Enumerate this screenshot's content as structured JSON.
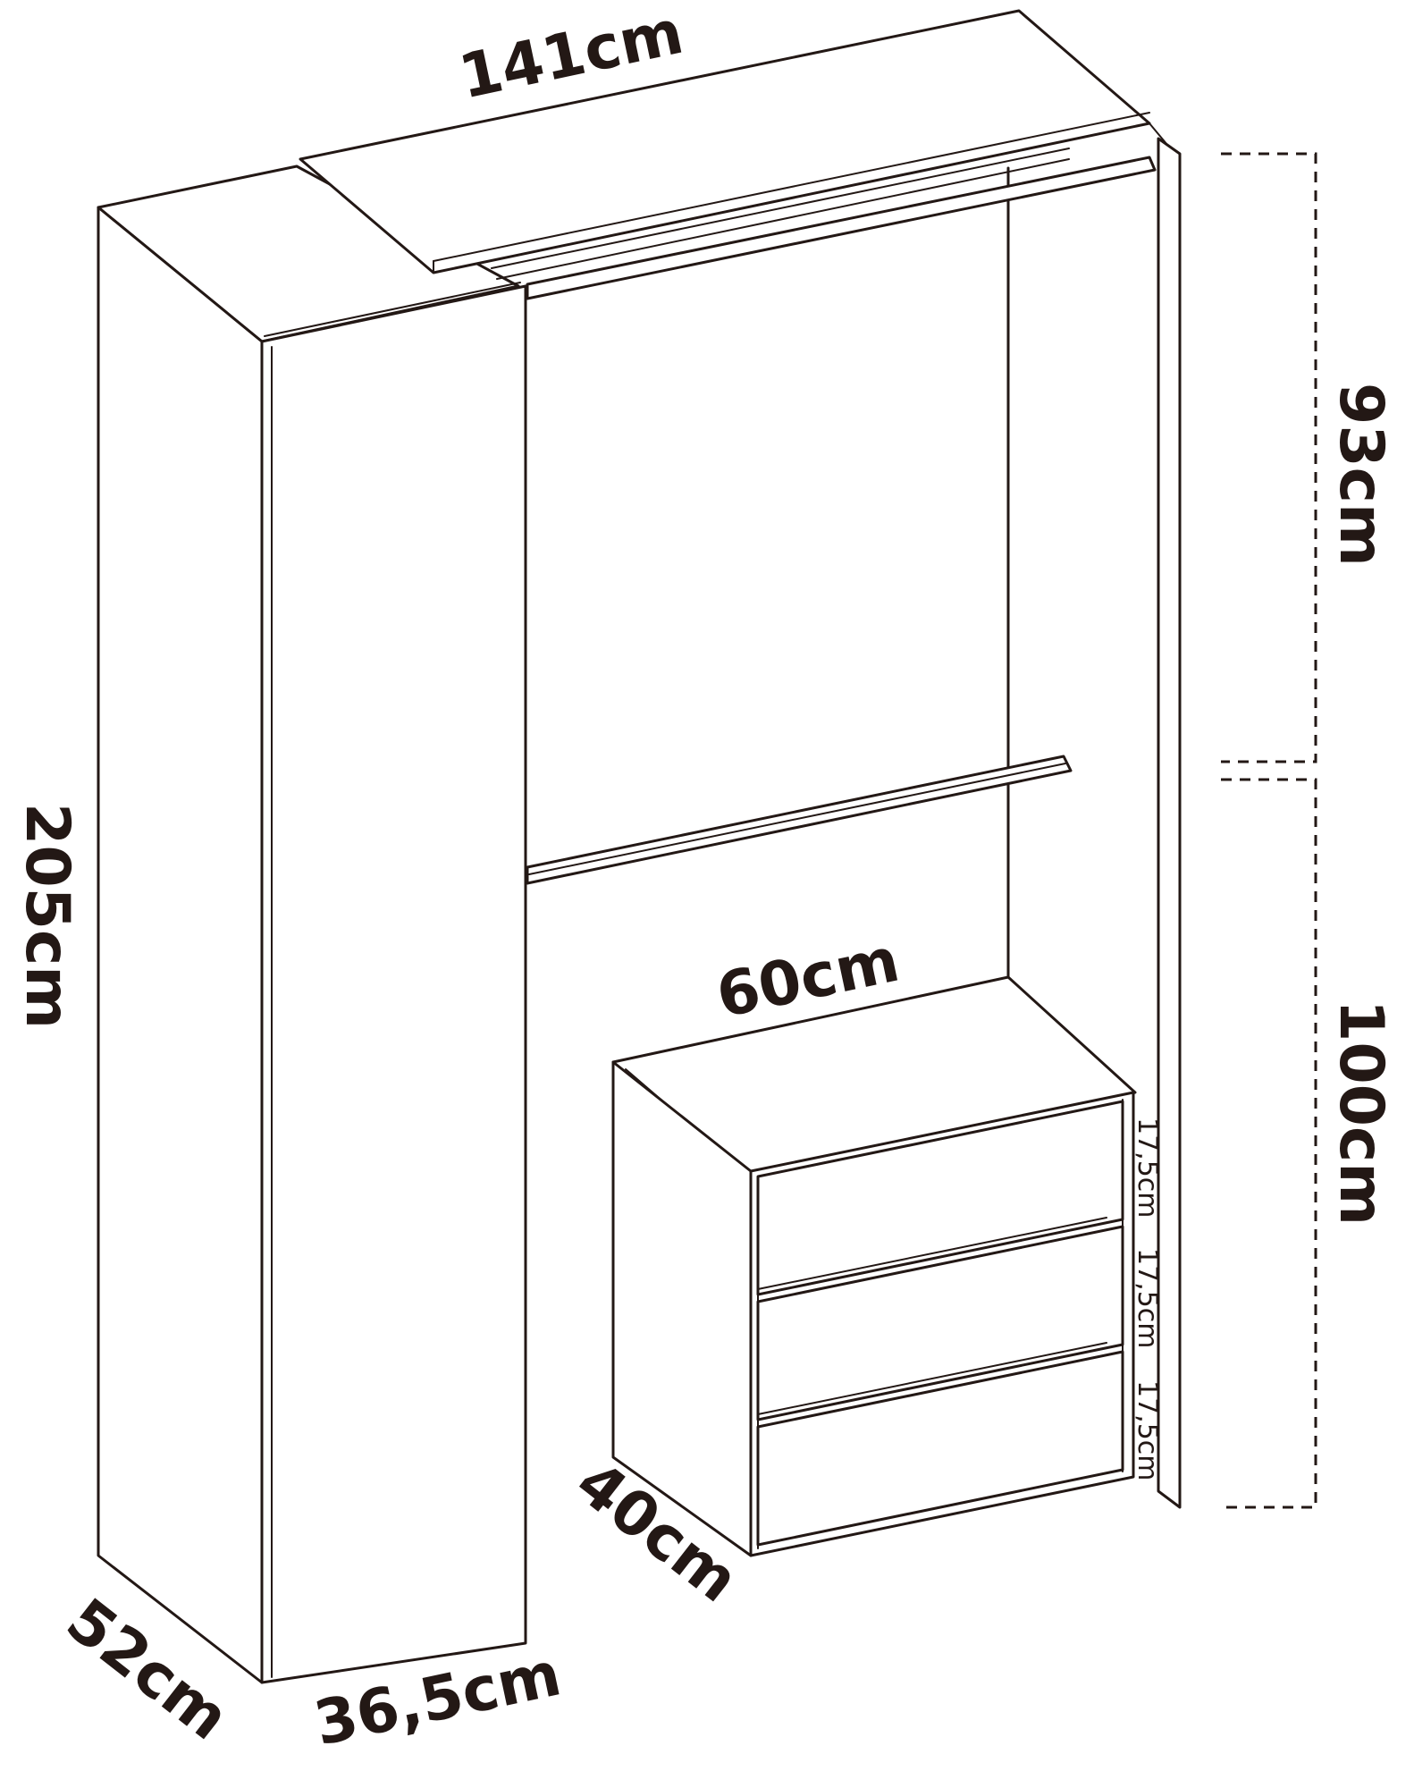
{
  "dimensions": {
    "width_top": "141cm",
    "height_total": "205cm",
    "depth_tower": "52cm",
    "width_tower": "36,5cm",
    "upper_section": "93cm",
    "lower_section": "100cm",
    "drawer_unit_width": "60cm",
    "drawer_unit_depth": "40cm",
    "drawer_height_1": "17,5cm",
    "drawer_height_2": "17,5cm",
    "drawer_height_3": "17,5cm"
  },
  "colors": {
    "line": "#231815",
    "background": "#ffffff"
  }
}
